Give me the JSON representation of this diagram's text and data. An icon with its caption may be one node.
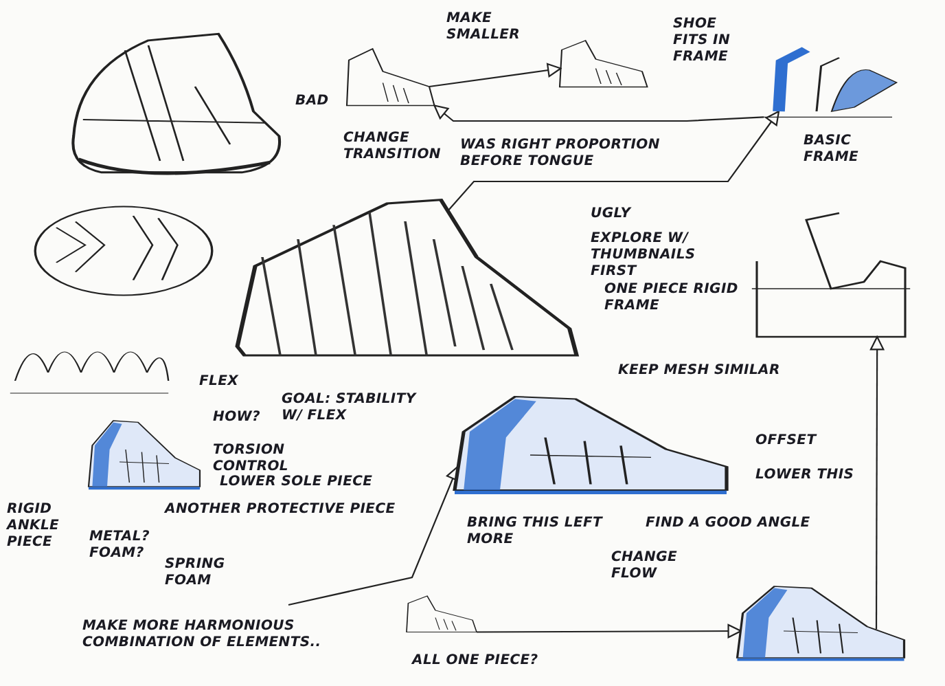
{
  "diagram": {
    "nodes": [
      {
        "text": [],
        "shape": "picture"
      },
      {
        "text": [],
        "shape": "picture"
      },
      {
        "text": [],
        "shape": "picture"
      },
      {
        "text": [],
        "shape": "picture"
      },
      {
        "text": [],
        "shape": "picture"
      },
      {
        "text": [],
        "shape": "picture"
      },
      {
        "text": [],
        "shape": "picture"
      },
      {
        "text": [],
        "shape": "picture"
      },
      {
        "text": [],
        "shape": "picture"
      },
      {
        "text": [],
        "shape": "picture"
      },
      {
        "text": [],
        "shape": "picture"
      },
      {
        "text": [],
        "shape": "picture"
      }
    ],
    "edges": [
      {
        "from": 2,
        "to": 3,
        "arrow": "to"
      },
      {
        "from": 4,
        "to": 2,
        "arrow": "to"
      },
      {
        "from": 5,
        "to": 4,
        "arrow": "to"
      },
      {
        "from": 10,
        "to": 11,
        "arrow": "to"
      },
      {
        "from": 11,
        "to": 6,
        "arrow": "to"
      },
      {
        "from": null,
        "to": 9,
        "arrow": "to"
      }
    ],
    "labels": [
      "BAD",
      "MAKE SMALLER",
      "CHANGE TRANSITION",
      "SHOE FITS IN FRAME",
      "BASIC FRAME",
      "WAS RIGHT PROPORTION BEFORE TONGUE",
      "UGLY",
      "EXPLORE W/ THUMBNAILS FIRST",
      "ONE PIECE RIGID FRAME",
      "FLEX",
      "HOW?",
      "GOAL: STABILITY W/ FLEX",
      "TORSION CONTROL",
      "KEEP MESH SIMILAR",
      "OFFSET",
      "LOWER THIS",
      "RIGID ANKLE PIECE",
      "LOWER SOLE PIECE",
      "ANOTHER PROTECTIVE PIECE",
      "BRING THIS LEFT MORE",
      "FIND A GOOD ANGLE",
      "METAL? FOAM?",
      "SPRING FOAM",
      "CHANGE FLOW",
      "MAKE MORE HARMONIOUS COMBINATION OF ELEMENTS..",
      "ALL ONE PIECE?"
    ]
  }
}
